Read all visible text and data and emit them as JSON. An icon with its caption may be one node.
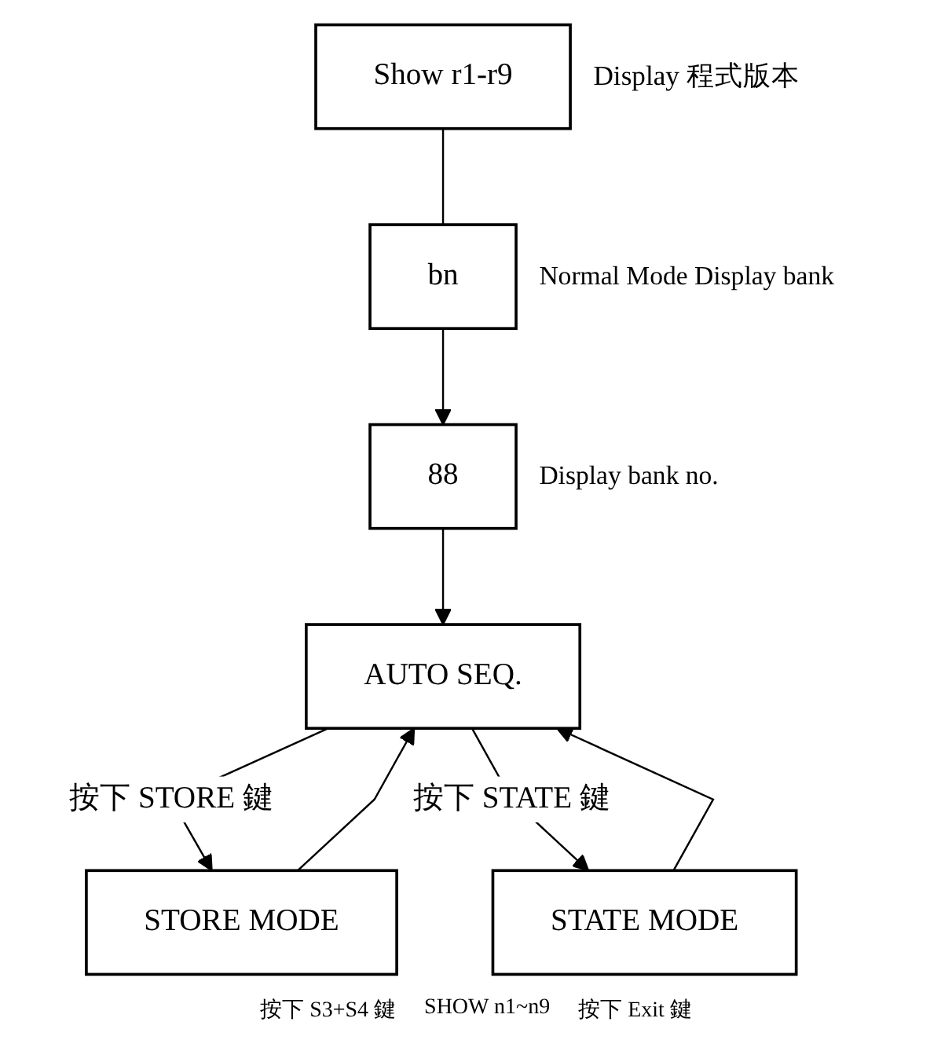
{
  "diagram": {
    "nodes": [
      {
        "text": [
          "Show r1-r9"
        ],
        "beside": [
          "Display 程式版本"
        ]
      },
      {
        "text": [
          "bn"
        ],
        "beside": [
          "Normal Mode Display bank"
        ]
      },
      {
        "text": [
          "88"
        ],
        "beside": [
          "Display bank no."
        ]
      },
      {
        "text": [
          "AUTO SEQ."
        ]
      },
      {
        "text": [
          "STORE MODE"
        ]
      },
      {
        "text": [
          "STATE MODE"
        ]
      }
    ],
    "edges": [
      {
        "from": 0,
        "to": 1,
        "arrow": "none"
      },
      {
        "from": 1,
        "to": 2,
        "arrow": "to"
      },
      {
        "from": 2,
        "to": 3,
        "arrow": "to"
      },
      {
        "from": 3,
        "to": 4,
        "arrow": "to",
        "label": "按下 STORE 鍵"
      },
      {
        "from": 3,
        "to": 5,
        "arrow": "to",
        "label": "按下 STATE 鍵"
      },
      {
        "from": 4,
        "to": 3,
        "arrow": "to"
      },
      {
        "from": 5,
        "to": 3,
        "arrow": "to"
      }
    ],
    "labels": [
      "按下 S3+S4 鍵",
      "SHOW n1~n9",
      "按下 Exit 鍵"
    ]
  }
}
